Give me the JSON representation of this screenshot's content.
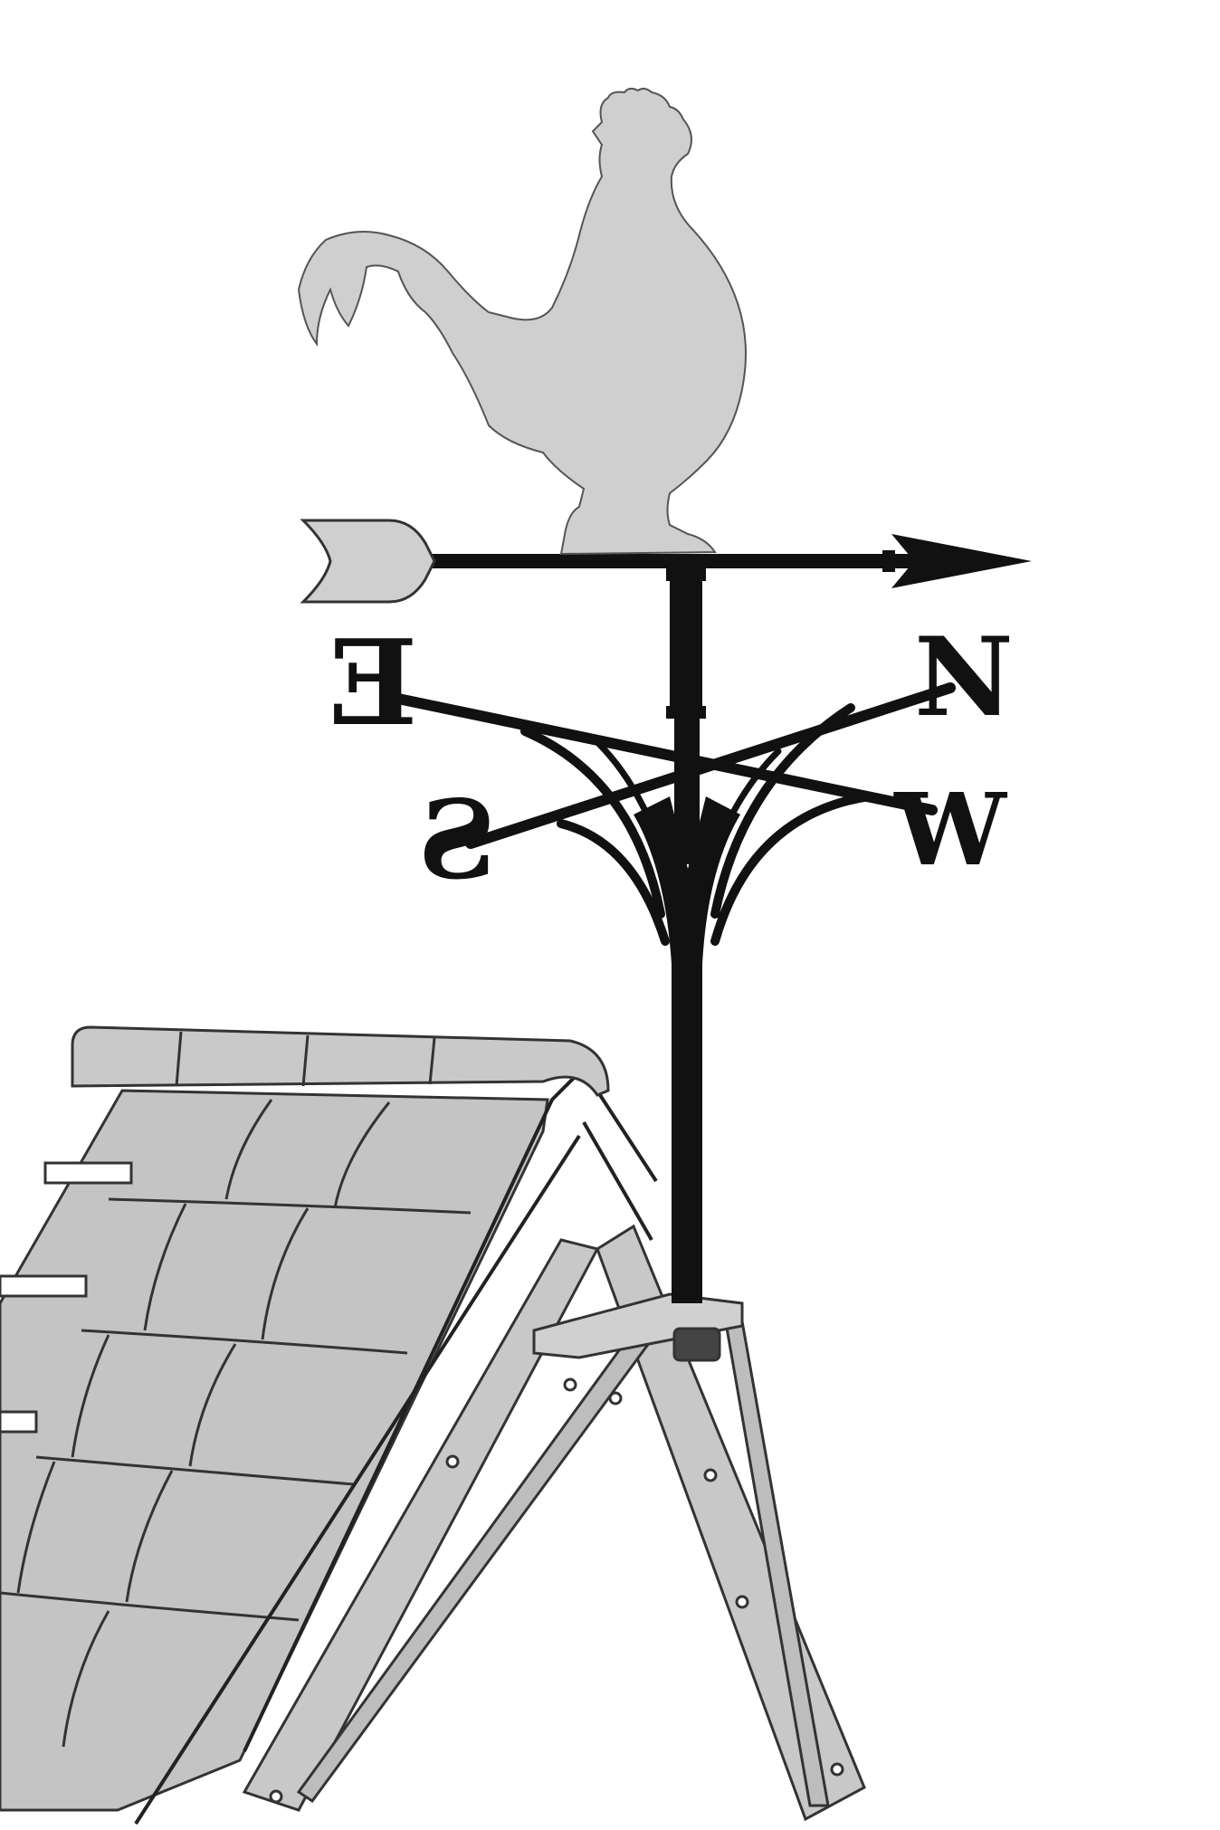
{
  "compass": {
    "north": "N",
    "east": "E",
    "south": "S",
    "west": "W"
  },
  "colors": {
    "iron": "#111111",
    "rooster": "#cfcfcf",
    "tile": "#c4c4c4",
    "bracket": "#c8c8c8",
    "outline": "#333333"
  },
  "icons": [
    "rooster-silhouette",
    "arrow-head",
    "arrow-tail-fin"
  ]
}
